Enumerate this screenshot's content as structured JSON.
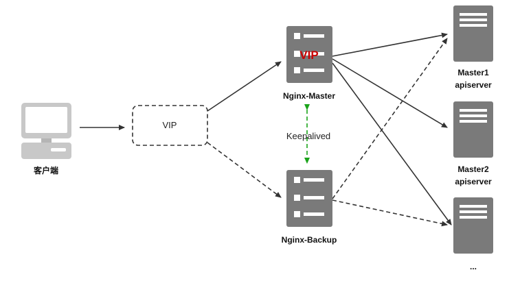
{
  "colors": {
    "server_gray": "#7a7a7a",
    "server_dark": "#5e5e5e",
    "client_gray": "#c8c8c8",
    "line": "#333333",
    "keepalived_green": "#1aa31a",
    "vip_red": "#cc0000"
  },
  "client": {
    "label": "客户端",
    "icon": "desktop-computer-icon"
  },
  "vip_box": {
    "label": "VIP"
  },
  "nginx_master": {
    "label": "Nginx-Master",
    "overlay": "VIP",
    "icon": "server-list-icon"
  },
  "nginx_backup": {
    "label": "Nginx-Backup",
    "icon": "server-list-icon"
  },
  "keepalived": {
    "label": "Keepalived"
  },
  "apiservers": [
    {
      "line1": "Master1",
      "line2": "apiserver",
      "icon": "server-rack-icon"
    },
    {
      "line1": "Master2",
      "line2": "apiserver",
      "icon": "server-rack-icon"
    },
    {
      "line1": "...",
      "line2": "",
      "icon": "server-rack-icon"
    }
  ]
}
